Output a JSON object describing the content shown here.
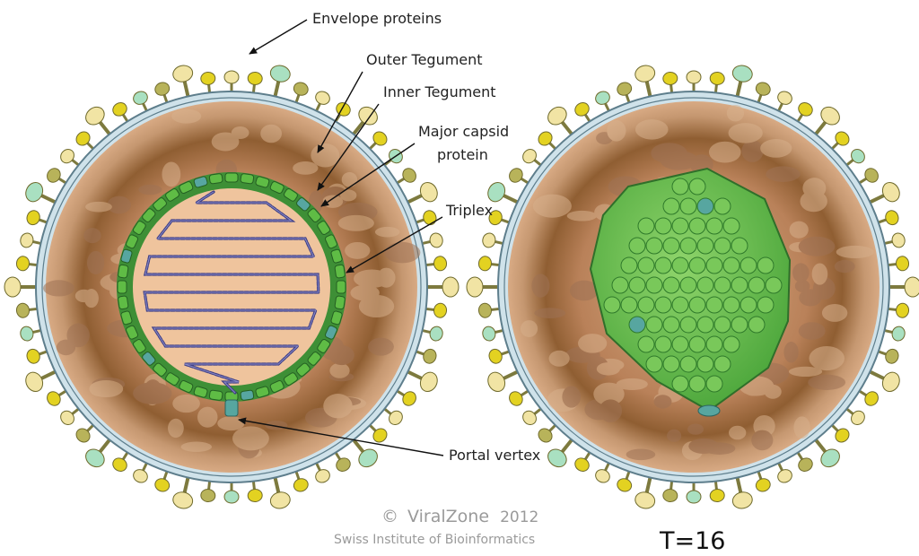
{
  "labels": {
    "envelope": "Envelope proteins",
    "outer_tegument": "Outer Tegument",
    "inner_tegument": "Inner Tegument",
    "major_capsid_1": "Major capsid",
    "major_capsid_2": "protein",
    "triplex": "Triplex",
    "portal_vertex": "Portal vertex"
  },
  "credit": {
    "copyright": "©",
    "brand": "ViralZone",
    "year": "2012",
    "institute": "Swiss Institute of Bioinformatics"
  },
  "triangulation": "T=16",
  "colors": {
    "envelope_light": "#f1e4a4",
    "envelope_yellow": "#e3d221",
    "envelope_mint": "#a9e0c1",
    "envelope_olive": "#b8b35a",
    "membrane": "#a7c7d6",
    "tegument_outer": "#c79a76",
    "tegument_dark": "#8f5e32",
    "core": "#efc49d",
    "capsomer_green": "#5fbc45",
    "capsomer_dark": "#2f8b2b",
    "penton_blue": "#57a6a0",
    "dna": "#4a4a8e"
  }
}
